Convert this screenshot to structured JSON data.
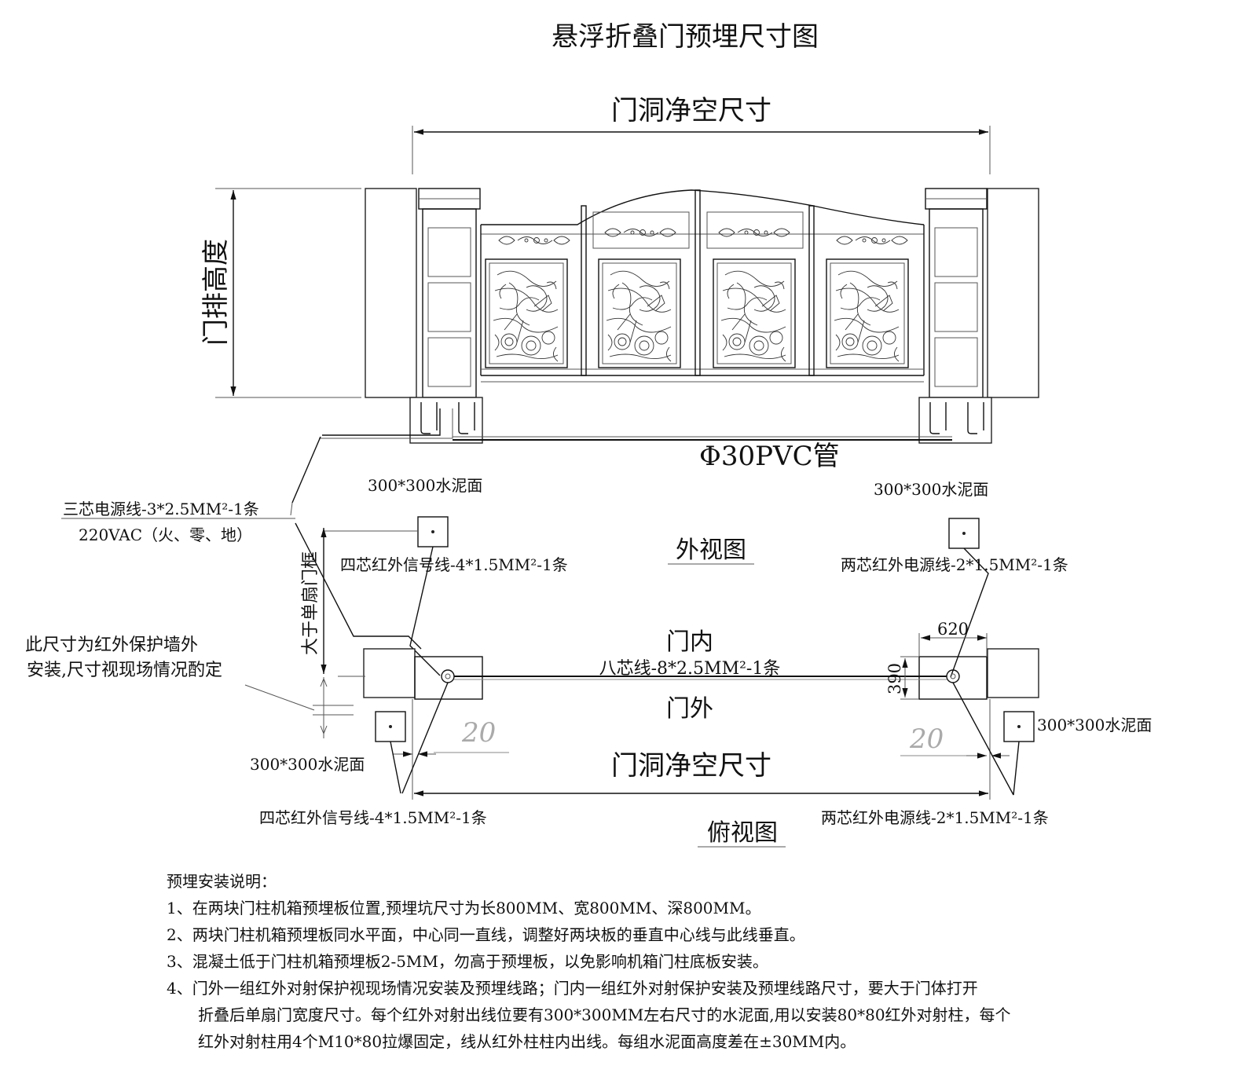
{
  "title": "悬浮折叠门预埋尺寸图",
  "elevation": {
    "clear_width_label": "门洞净空尺寸",
    "height_label": "门排高度",
    "pipe_label": "Φ30PVC管",
    "power_line_label": "三芯电源线-3*2.5MM²-1条",
    "power_line_sub": "220VAC（火、零、地）"
  },
  "plan": {
    "outside_view_label": "外视图",
    "inside_label": "门内",
    "outside_label": "门外",
    "eight_core_label": "八芯线-8*2.5MM²-1条",
    "clear_width_label": "门洞净空尺寸",
    "view_label": "俯视图",
    "leaf_frame_label": "大于单扇门框",
    "note_line1": "此尺寸为红外保护墙外",
    "note_line2": "安装,尺寸视现场情况酌定",
    "dim_620": "620",
    "dim_390": "390",
    "dim_20_left": "20",
    "dim_20_right": "20",
    "cement_top_left": "300*300水泥面",
    "cement_top_right": "300*300水泥面",
    "cement_bottom_left": "300*300水泥面",
    "cement_bottom_right": "300*300水泥面",
    "ir_signal_top": "四芯红外信号线-4*1.5MM²-1条",
    "ir_power_top": "两芯红外电源线-2*1.5MM²-1条",
    "ir_signal_bottom": "四芯红外信号线-4*1.5MM²-1条",
    "ir_power_bottom": "两芯红外电源线-2*1.5MM²-1条"
  },
  "notes": {
    "heading": "预埋安装说明：",
    "items": [
      "1、在两块门柱机箱预埋板位置,预埋坑尺寸为长800MM、宽800MM、深800MM。",
      "2、两块门柱机箱预埋板同水平面，中心同一直线，调整好两块板的垂直中心线与此线垂直。",
      "3、混凝土低于门柱机箱预埋板2-5MM，勿高于预埋板，以免影响机箱门柱底板安装。",
      "4、门外一组红外对射保护视现场情况安装及预埋线路；门内一组红外对射保护安装及预埋线路尺寸，要大于门体打开",
      "折叠后单扇门宽度尺寸。每个红外对射出线位要有300*300MM左右尺寸的水泥面,用以安装80*80红外对射柱，每个",
      "红外对射柱用4个M10*80拉爆固定，线从红外柱柱内出线。每组水泥面高度差在±30MM内。"
    ]
  }
}
